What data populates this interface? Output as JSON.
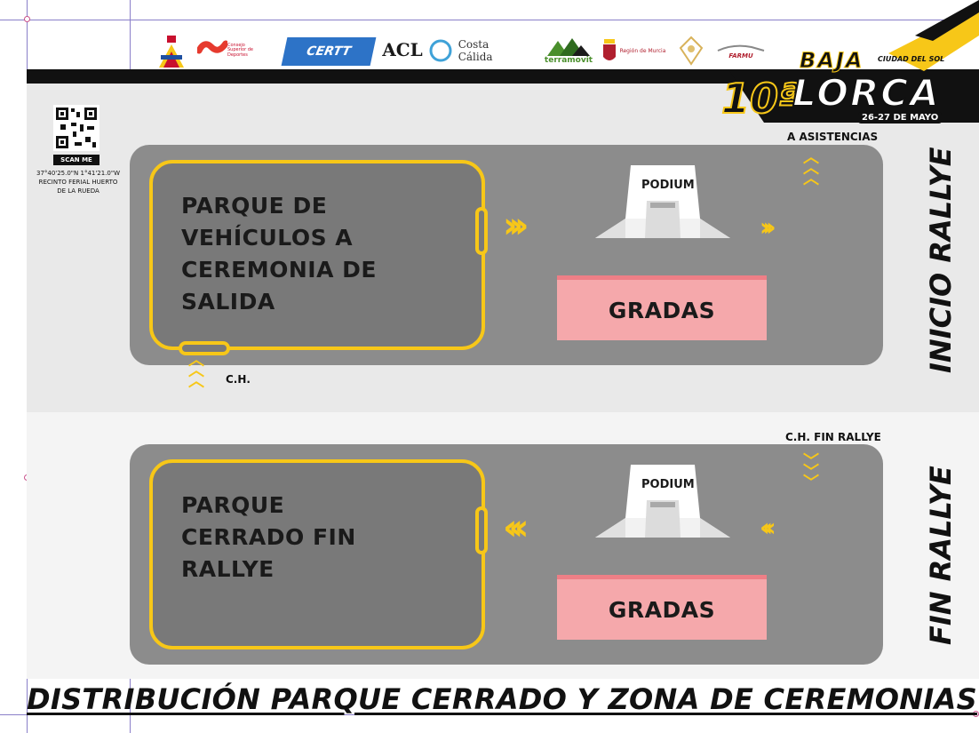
{
  "header": {
    "logos": [
      {
        "name": "rfeda-logo",
        "text": ""
      },
      {
        "name": "csd-logo",
        "text": "Consejo Superior de Deportes"
      },
      {
        "name": "certt-logo",
        "text": "CERTT"
      },
      {
        "name": "acl-logo",
        "text": "ACL"
      },
      {
        "name": "costa-calida-logo",
        "text": "Costa Cálida"
      },
      {
        "name": "terramovit-logo",
        "text": "terramovit"
      },
      {
        "name": "region-murcia-logo",
        "text": "Región de Murcia"
      },
      {
        "name": "lorca-logo",
        "text": ""
      },
      {
        "name": "farmu-logo",
        "text": "FARMU"
      }
    ],
    "event_logo": {
      "baja": "BAJA",
      "edition": "10ª",
      "lorca": "LORCA",
      "ciudad": "CIUDAD DEL SOL",
      "dates": "26-27 DE MAYO"
    }
  },
  "sidebar": {
    "qr_label": "SCAN ME",
    "coords": "37°40'25.0\"N 1°41'21.0\"W",
    "place_line1": "RECINTO FERIAL HUERTO",
    "place_line2": "DE LA RUEDA"
  },
  "inicio": {
    "side_title": "INICIO RALLYE",
    "parque_lines": [
      "PARQUE DE",
      "VEHÍCULOS A",
      "CEREMONIA DE",
      "SALIDA"
    ],
    "podium": "PODIUM",
    "gradas": "GRADAS",
    "asistencias": "A ASISTENCIAS",
    "ch": "C.H."
  },
  "fin": {
    "side_title": "FIN RALLYE",
    "parque_lines": [
      "PARQUE",
      "CERRADO FIN",
      "RALLYE"
    ],
    "podium": "PODIUM",
    "gradas": "GRADAS",
    "ch_fin": "C.H. FIN RALLYE"
  },
  "title": "DISTRIBUCIÓN PARQUE CERRADO Y ZONA DE CEREMONIAS",
  "colors": {
    "accent_yellow": "#f7c718",
    "panel_grey": "#8c8c8c",
    "gradas_pink": "#f5a8ab",
    "section_light": "#e9e9e9"
  }
}
